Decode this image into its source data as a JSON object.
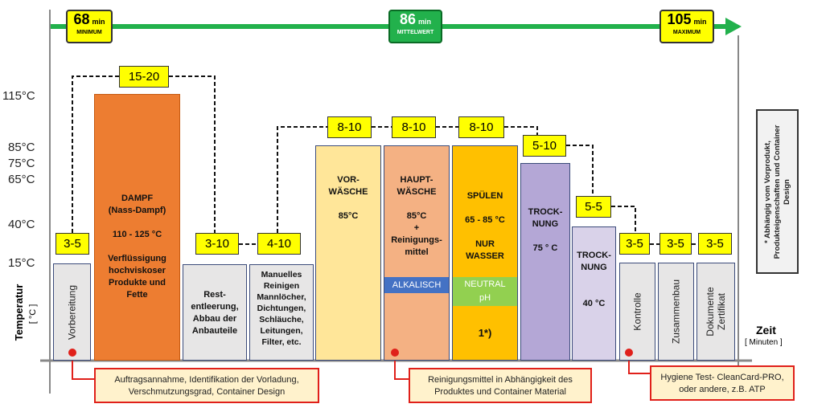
{
  "timeline": {
    "min": {
      "value": "68",
      "unit": "min",
      "label": "MINIMUM"
    },
    "avg": {
      "value": "86",
      "unit": "min",
      "label": "MITTELWERT"
    },
    "max": {
      "value": "105",
      "unit": "min",
      "label": "MAXIMUM"
    }
  },
  "axes": {
    "y_title": "Temperatur",
    "y_unit": "[ °C ]",
    "y_ticks": [
      "115°C",
      "85°C",
      "75°C",
      "65°C",
      "40°C",
      "15°C"
    ],
    "x_title": "Zeit",
    "x_unit": "[ Minuten ]"
  },
  "durations": {
    "d1": "3-5",
    "d2": "15-20",
    "d3": "3-10",
    "d4": "4-10",
    "d5": "8-10",
    "d6": "8-10",
    "d7": "8-10",
    "d8": "5-10",
    "d9": "5-5",
    "d10": "3-5",
    "d11": "3-5",
    "d12": "3-5"
  },
  "steps": {
    "vorbereitung": "Vorbereitung",
    "dampf": [
      "DAMPF",
      "(Nass-Dampf)",
      "",
      "110 - 125 °C",
      "",
      "Verflüssigung",
      "hochviskoser",
      "Produkte und",
      "Fette"
    ],
    "restentleerung": [
      "Rest-",
      "entleerung,",
      "Abbau der",
      "Anbauteile"
    ],
    "manuelles": [
      "Manuelles",
      "Reinigen",
      "Mannlöcher,",
      "Dichtungen,",
      "Schläuche,",
      "Leitungen,",
      "Filter, etc."
    ],
    "vorwaesche": [
      "VOR-",
      "WÄSCHE",
      "",
      "85°C"
    ],
    "hauptwaesche": [
      "HAUPT-",
      "WÄSCHE",
      "",
      "85°C",
      "+",
      "Reinigungs-",
      "mittel"
    ],
    "alkalisch": "ALKALISCH",
    "spuelen": [
      "SPÜLEN",
      "",
      "65 - 85 °C",
      "",
      "NUR",
      "WASSER"
    ],
    "neutral": [
      "NEUTRAL",
      "pH"
    ],
    "spuelen_note": "1*)",
    "trocknung1": [
      "TROCK-",
      "NUNG",
      "",
      "75 ° C"
    ],
    "trocknung2": [
      "TROCK-",
      "NUNG",
      "",
      "",
      "40 °C"
    ],
    "kontrolle": "Kontrolle",
    "zusammenbau": "Zusammenbau",
    "dokumente": [
      "Dokumente",
      "Zertifikat"
    ]
  },
  "notes": {
    "n1": [
      "Auftragsannahme, Identifikation der Vorladung,",
      "Verschmutzungsgrad, Container Design"
    ],
    "n2": [
      "Reinigungsmittel in Abhängigkeit des",
      "Produktes und Container Material"
    ],
    "n3": [
      "Hygiene Test- CleanCard-PRO,",
      "oder andere, z.B. ATP"
    ]
  },
  "side_note": [
    "* Abhängig vom Vorprodukt,",
    "Produkteigenschaften und Container",
    "Design"
  ],
  "colors": {
    "green": "#22b14c",
    "yellow": "#ffff00",
    "orange": "#ed7d31",
    "gray": "#e7e6e6",
    "light_yellow": "#ffe699",
    "salmon": "#f4b183",
    "amber": "#ffc000",
    "purple": "#b4a7d6",
    "lavender": "#d9d2e9",
    "blue": "#4472c4",
    "neutral_green": "#92d050",
    "red": "#e0201a"
  }
}
